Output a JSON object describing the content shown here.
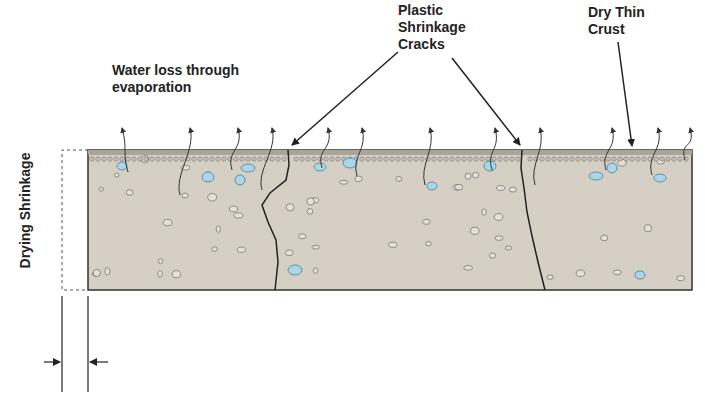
{
  "diagram": {
    "labels": [
      "Water loss through evaporation",
      "Plastic Shrinkage Cracks",
      "Dry Thin Crust",
      "Drying Shrinkage"
    ]
  }
}
